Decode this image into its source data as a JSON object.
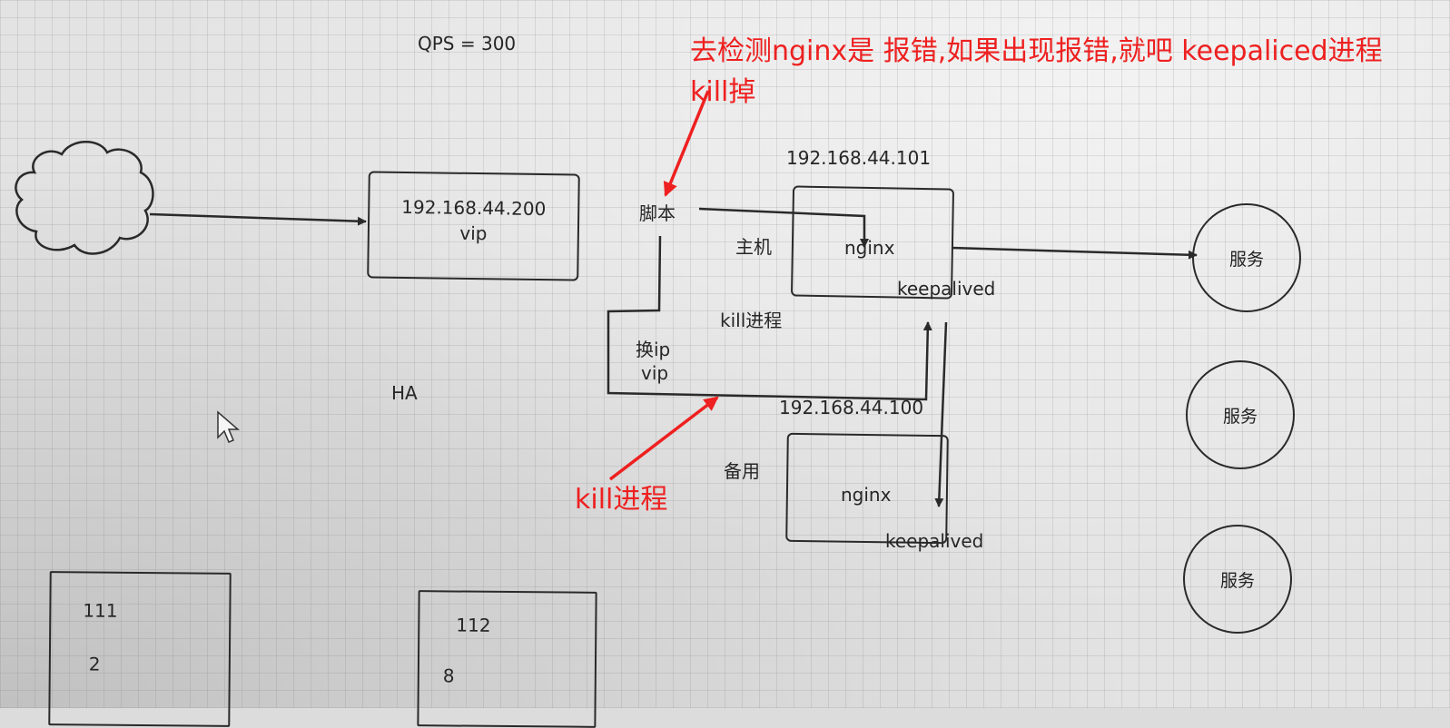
{
  "header": {
    "qps": "QPS = 300"
  },
  "annotation": {
    "top_line1": "去检测nginx是 报错,如果出现报错,就吧 keepaliced进程",
    "top_line2": "kill掉",
    "bottom": "kill进程"
  },
  "vip_box": {
    "ip": "192.168.44.200",
    "label": "vip"
  },
  "script_label": "脚本",
  "master": {
    "role": "主机",
    "ip": "192.168.44.101",
    "nginx": "nginx",
    "keepalived": "keepalived"
  },
  "backup": {
    "role": "备用",
    "ip": "192.168.44.100",
    "nginx": "nginx",
    "keepalived": "keepalived"
  },
  "flow": {
    "kill_label": "kill进程",
    "switch_ip": "换ip",
    "switch_vip": "vip"
  },
  "ha_label": "HA",
  "services": [
    "服务",
    "服务",
    "服务"
  ],
  "bottom_boxes": [
    {
      "line1": "111",
      "line2": "2"
    },
    {
      "line1": "112",
      "line2": "8"
    }
  ],
  "colors": {
    "annotation": "#ee2020",
    "ink": "#2a2a2a"
  }
}
